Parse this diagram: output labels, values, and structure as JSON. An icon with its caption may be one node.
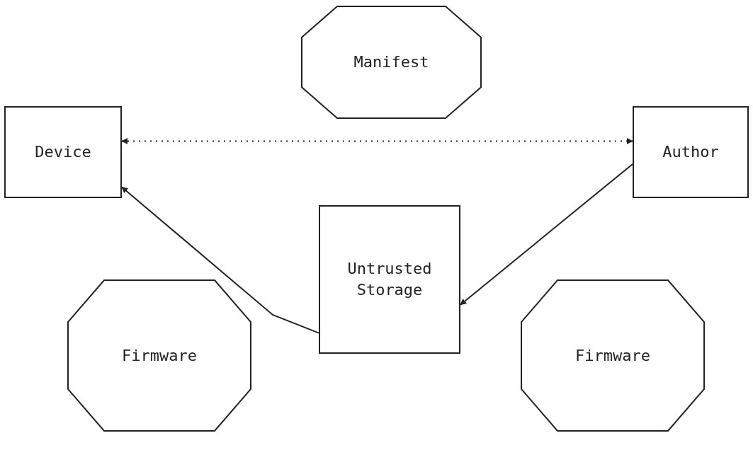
{
  "diagram": {
    "nodes": [
      {
        "text": [
          "Manifest"
        ]
      },
      {
        "text": [
          "Device"
        ]
      },
      {
        "text": [
          "Author"
        ]
      },
      {
        "text": [
          "Untrusted Storage"
        ]
      },
      {
        "text": [
          "Firmware"
        ]
      },
      {
        "text": [
          "Firmware"
        ]
      }
    ],
    "edges": [
      {
        "from": 1,
        "to": 2,
        "arrow": "both",
        "style": "dashed"
      },
      {
        "from": 3,
        "to": 1,
        "arrow": "to"
      },
      {
        "from": 2,
        "to": 3,
        "arrow": "to"
      }
    ]
  }
}
